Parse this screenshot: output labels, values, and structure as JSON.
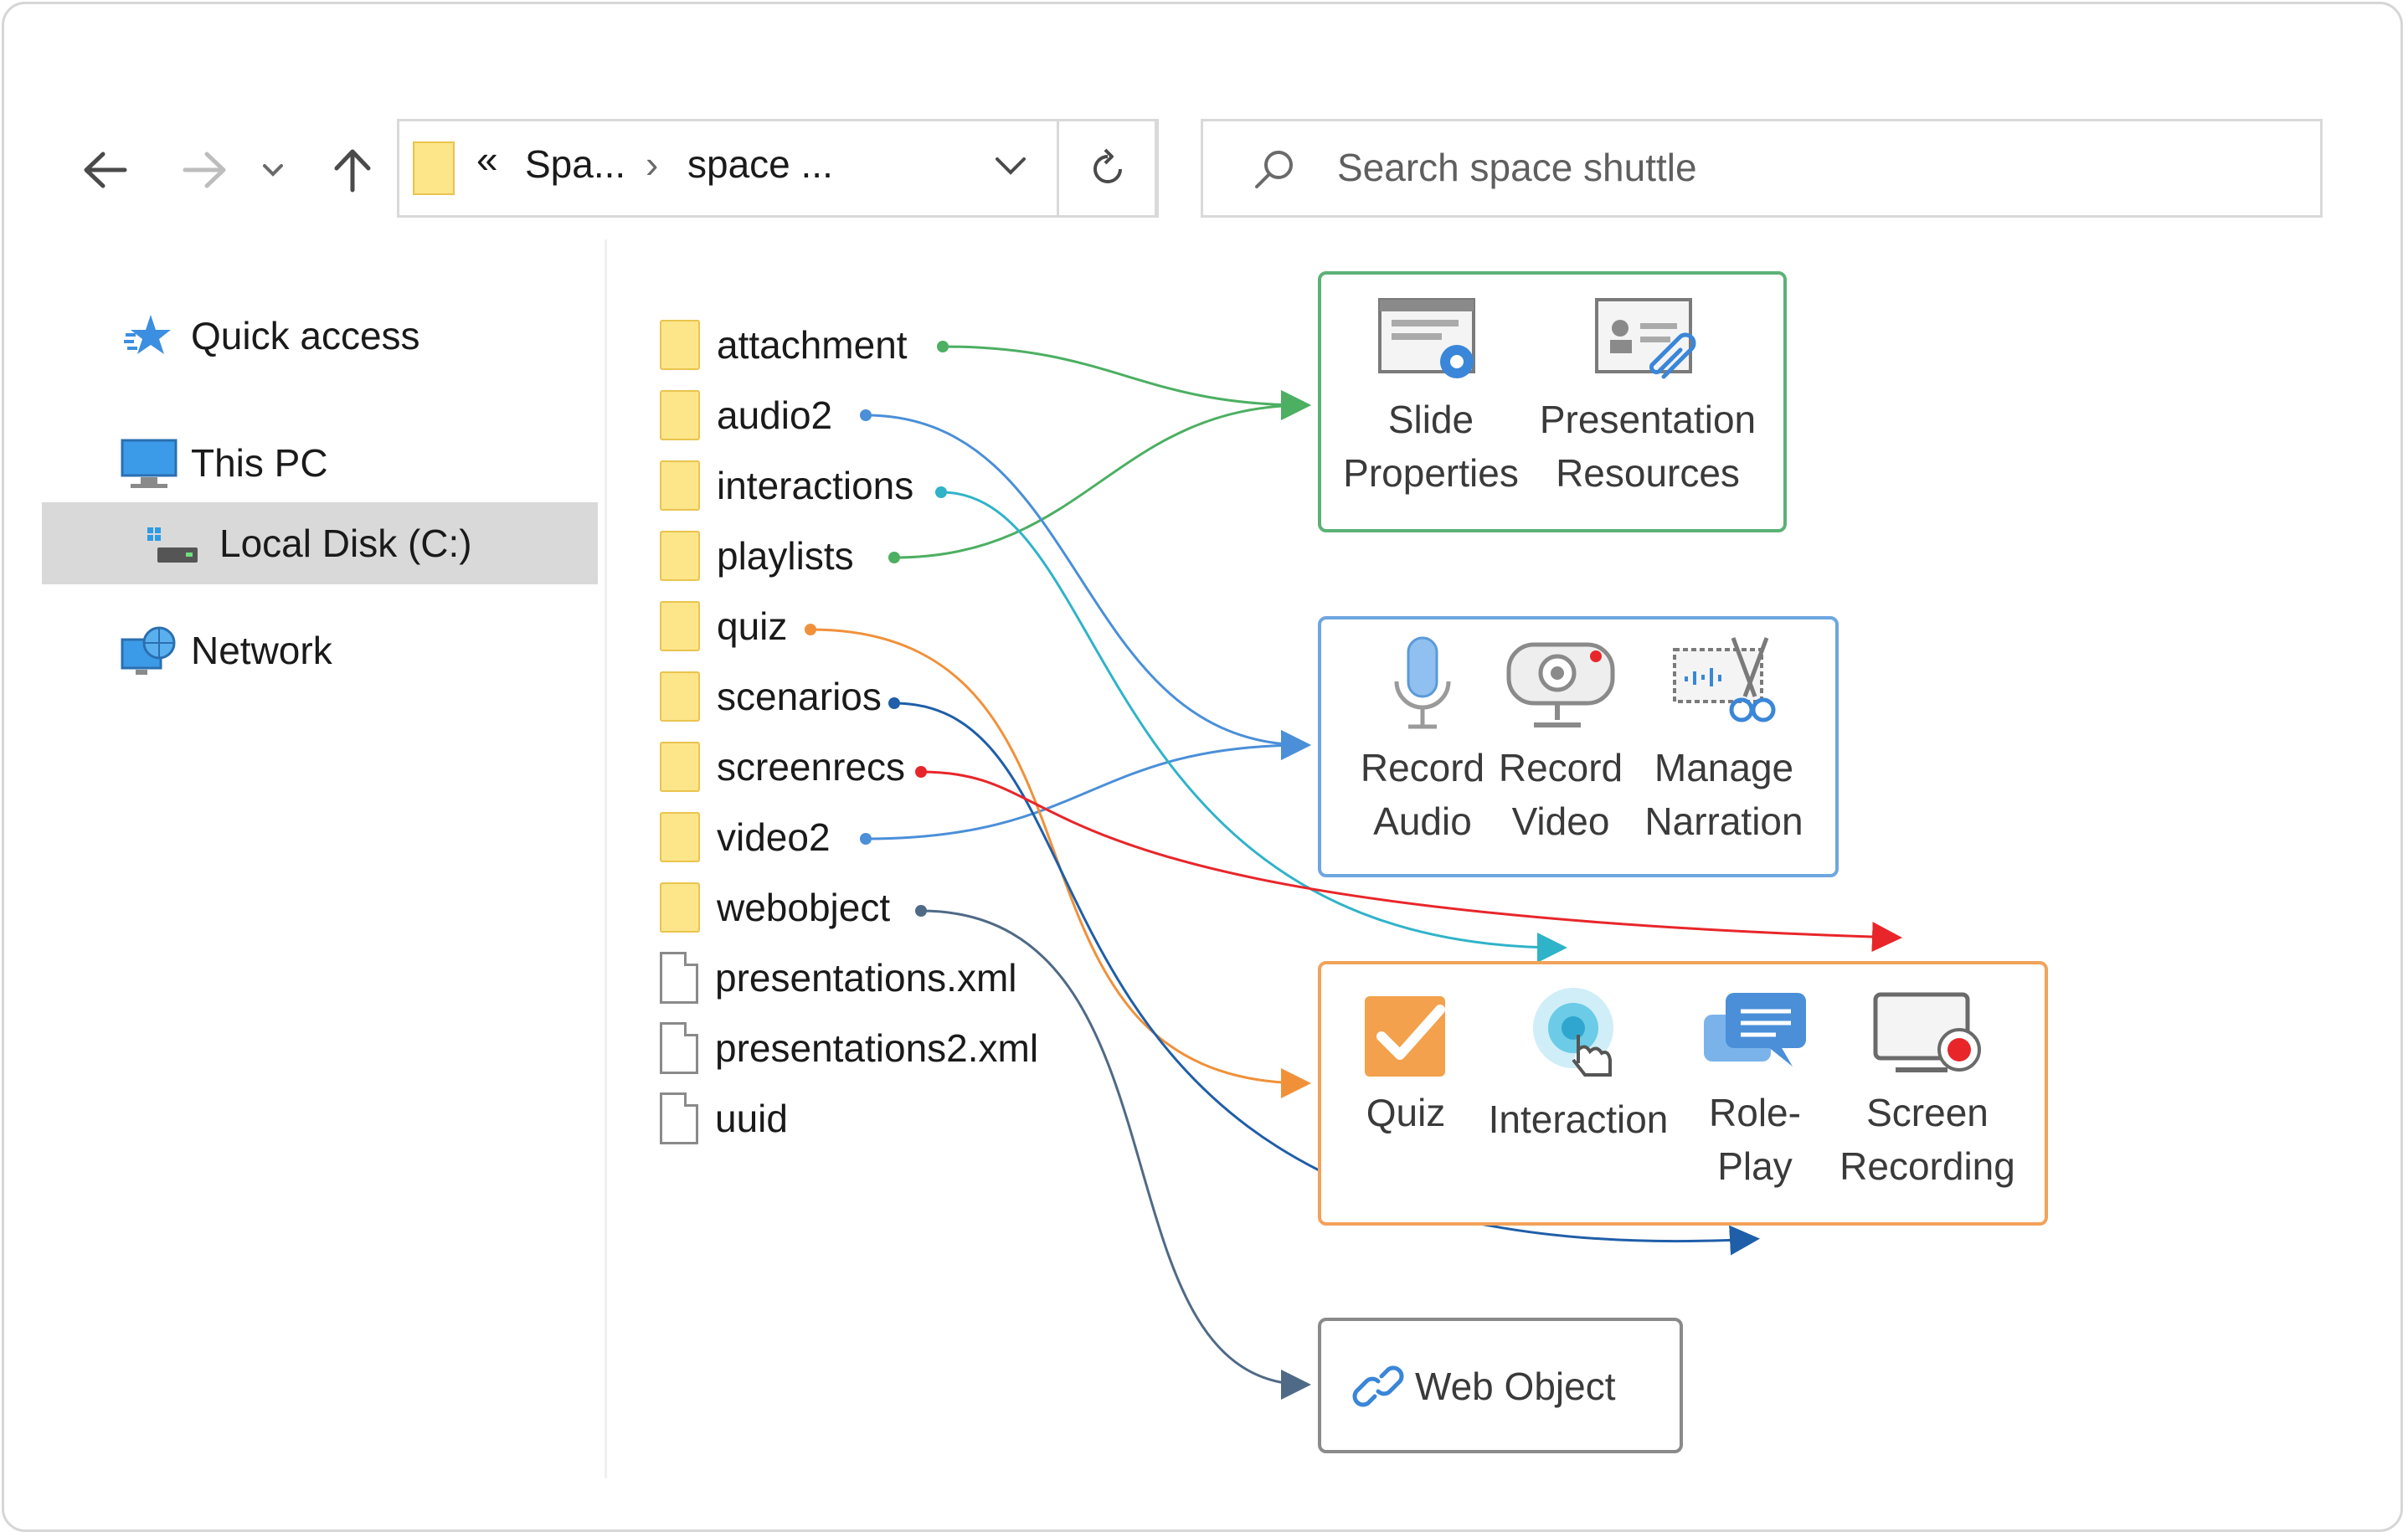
{
  "toolbar": {
    "back_icon": "arrow-left-icon",
    "forward_icon": "arrow-right-icon",
    "recent_icon": "chevron-down-icon",
    "up_icon": "arrow-up-icon",
    "address": {
      "crumb_prefix": "«",
      "crumb1": "Spa...",
      "separator": "›",
      "crumb2": "space ..."
    },
    "search_placeholder": "Search space shuttle"
  },
  "sidebar": {
    "items": [
      {
        "label": "Quick access",
        "icon": "star-icon"
      },
      {
        "label": "This PC",
        "icon": "monitor-icon"
      },
      {
        "label": "Local Disk (C:)",
        "icon": "drive-icon",
        "selected": true
      },
      {
        "label": "Network",
        "icon": "network-icon"
      }
    ]
  },
  "files": [
    {
      "name": "attachment",
      "type": "folder"
    },
    {
      "name": "audio2",
      "type": "folder"
    },
    {
      "name": "interactions",
      "type": "folder"
    },
    {
      "name": "playlists",
      "type": "folder"
    },
    {
      "name": "quiz",
      "type": "folder"
    },
    {
      "name": "scenarios",
      "type": "folder"
    },
    {
      "name": "screenrecs",
      "type": "folder"
    },
    {
      "name": "video2",
      "type": "folder"
    },
    {
      "name": "webobject",
      "type": "folder"
    },
    {
      "name": "presentations.xml",
      "type": "file"
    },
    {
      "name": "presentations2.xml",
      "type": "file"
    },
    {
      "name": "uuid",
      "type": "file"
    }
  ],
  "groups": {
    "presentation": {
      "color": "#5cb176",
      "slide_properties": [
        "Slide",
        "Properties"
      ],
      "presentation_resources": [
        "Presentation",
        "Resources"
      ]
    },
    "media": {
      "color": "#6ea6e0",
      "record_audio": [
        "Record",
        "Audio"
      ],
      "record_video": [
        "Record",
        "Video"
      ],
      "manage_narration": [
        "Manage",
        "Narration"
      ]
    },
    "interactive": {
      "color": "#f2a25a",
      "quiz": [
        "Quiz"
      ],
      "interaction": [
        "Interaction"
      ],
      "role_play": [
        "Role-",
        "Play"
      ],
      "screen_recording": [
        "Screen",
        "Recording"
      ]
    },
    "web": {
      "color": "#8a8a8a",
      "web_object": "Web Object"
    }
  },
  "connector_colors": {
    "green": "#4caf62",
    "blue": "#4a8fd8",
    "teal": "#2fb3c9",
    "orange": "#f0913a",
    "navy": "#1f5ea8",
    "red": "#e8262a",
    "slate": "#4f6a86"
  }
}
